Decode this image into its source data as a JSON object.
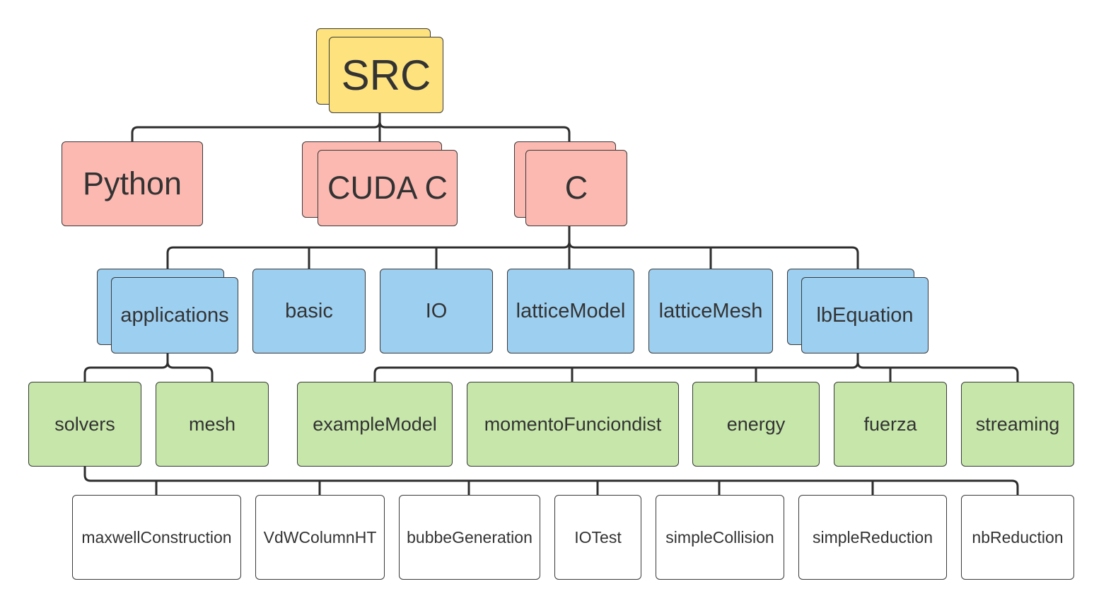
{
  "diagram": {
    "root": {
      "label": "SRC",
      "color": "#fde27d"
    },
    "languages": [
      {
        "key": "python",
        "label": "Python",
        "color": "#fcb9b1"
      },
      {
        "key": "cuda_c",
        "label": "CUDA C",
        "color": "#fcb9b1"
      },
      {
        "key": "c",
        "label": "C",
        "color": "#fcb9b1"
      }
    ],
    "c_modules": [
      {
        "key": "applications",
        "label": "applications",
        "color": "#9dcff0"
      },
      {
        "key": "basic",
        "label": "basic",
        "color": "#9dcff0"
      },
      {
        "key": "io",
        "label": "IO",
        "color": "#9dcff0"
      },
      {
        "key": "lattice_model",
        "label": "latticeModel",
        "color": "#9dcff0"
      },
      {
        "key": "lattice_mesh",
        "label": "latticeMesh",
        "color": "#9dcff0"
      },
      {
        "key": "lb_equation",
        "label": "lbEquation",
        "color": "#9dcff0"
      }
    ],
    "application_children": [
      {
        "key": "solvers",
        "label": "solvers",
        "color": "#c6e6aa"
      },
      {
        "key": "mesh",
        "label": "mesh",
        "color": "#c6e6aa"
      }
    ],
    "lb_equation_children": [
      {
        "key": "example_model",
        "label": "exampleModel",
        "color": "#c6e6aa"
      },
      {
        "key": "momento_funciondist",
        "label": "momentoFunciondist",
        "color": "#c6e6aa"
      },
      {
        "key": "energy",
        "label": "energy",
        "color": "#c6e6aa"
      },
      {
        "key": "fuerza",
        "label": "fuerza",
        "color": "#c6e6aa"
      },
      {
        "key": "streaming",
        "label": "streaming",
        "color": "#c6e6aa"
      }
    ],
    "solver_children": [
      {
        "key": "maxwell_construction",
        "label": "maxwellConstruction",
        "color": "#ffffff"
      },
      {
        "key": "vdw_column_ht",
        "label": "VdWColumnHT",
        "color": "#ffffff"
      },
      {
        "key": "bubbe_generation",
        "label": "bubbeGeneration",
        "color": "#ffffff"
      },
      {
        "key": "io_test",
        "label": "IOTest",
        "color": "#ffffff"
      },
      {
        "key": "simple_collision",
        "label": "simpleCollision",
        "color": "#ffffff"
      },
      {
        "key": "simple_reduction",
        "label": "simpleReduction",
        "color": "#ffffff"
      },
      {
        "key": "nb_reduction",
        "label": "nbReduction",
        "color": "#ffffff"
      }
    ],
    "connector_color": "#2e2e2e"
  }
}
